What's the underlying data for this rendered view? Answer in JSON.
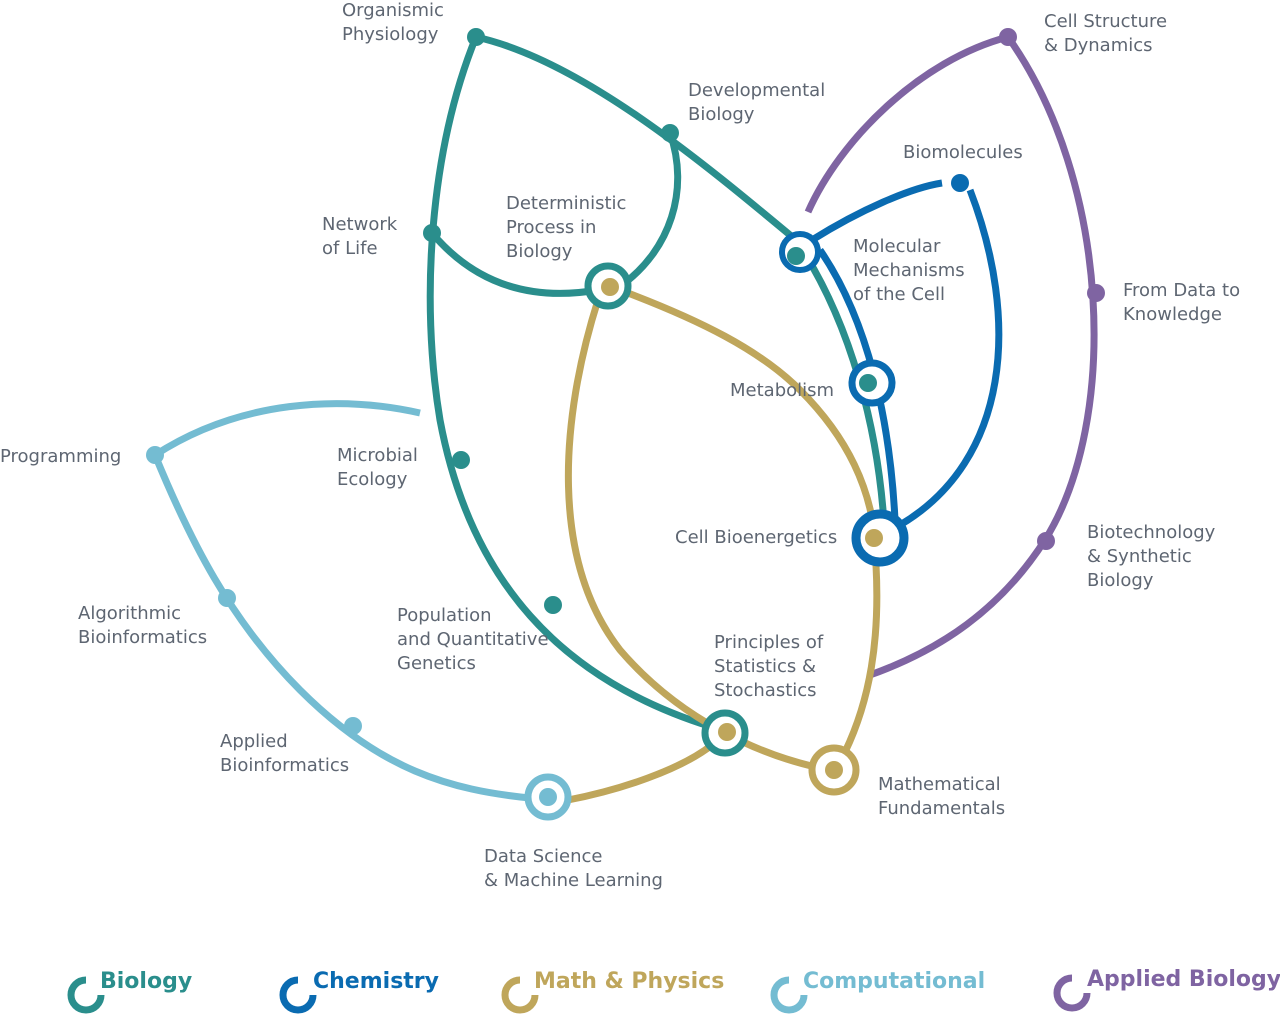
{
  "colors": {
    "biology": "#2a8e8c",
    "chemistry": "#0a6bb1",
    "math": "#bfa65b",
    "computational": "#74bcd2",
    "applied": "#7f64a2",
    "label": "#5e6672"
  },
  "labels": {
    "organismic_physiology": [
      "Organismic",
      "Physiology"
    ],
    "developmental_biology": [
      "Developmental",
      "Biology"
    ],
    "network_of_life": [
      "Network",
      "of Life"
    ],
    "deterministic_process": [
      "Deterministic",
      "Process in",
      "Biology"
    ],
    "microbial_ecology": [
      "Microbial",
      "Ecology"
    ],
    "population_genetics": [
      "Population",
      "and Quantitative",
      "Genetics"
    ],
    "molecular_mechanisms": [
      "Molecular",
      "Mechanisms",
      "of the Cell"
    ],
    "metabolism": [
      "Metabolism"
    ],
    "cell_bioenergetics": [
      "Cell Bioenergetics"
    ],
    "biomolecules": [
      "Biomolecules"
    ],
    "cell_structure": [
      "Cell Structure",
      "& Dynamics"
    ],
    "from_data": [
      "From Data to",
      "Knowledge"
    ],
    "biotechnology": [
      "Biotechnology",
      "& Synthetic",
      "Biology"
    ],
    "principles_statistics": [
      "Principles of",
      "Statistics &",
      "Stochastics"
    ],
    "mathematical_fundamentals": [
      "Mathematical",
      "Fundamentals"
    ],
    "programming": [
      "Programming"
    ],
    "algorithmic_bioinformatics": [
      "Algorithmic",
      "Bioinformatics"
    ],
    "applied_bioinformatics": [
      "Applied",
      "Bioinformatics"
    ],
    "data_science": [
      "Data Science",
      "& Machine Learning"
    ]
  },
  "legend": {
    "biology": "Biology",
    "chemistry": "Chemistry",
    "math": "Math & Physics",
    "computational": "Computational",
    "applied": "Applied Biology"
  }
}
